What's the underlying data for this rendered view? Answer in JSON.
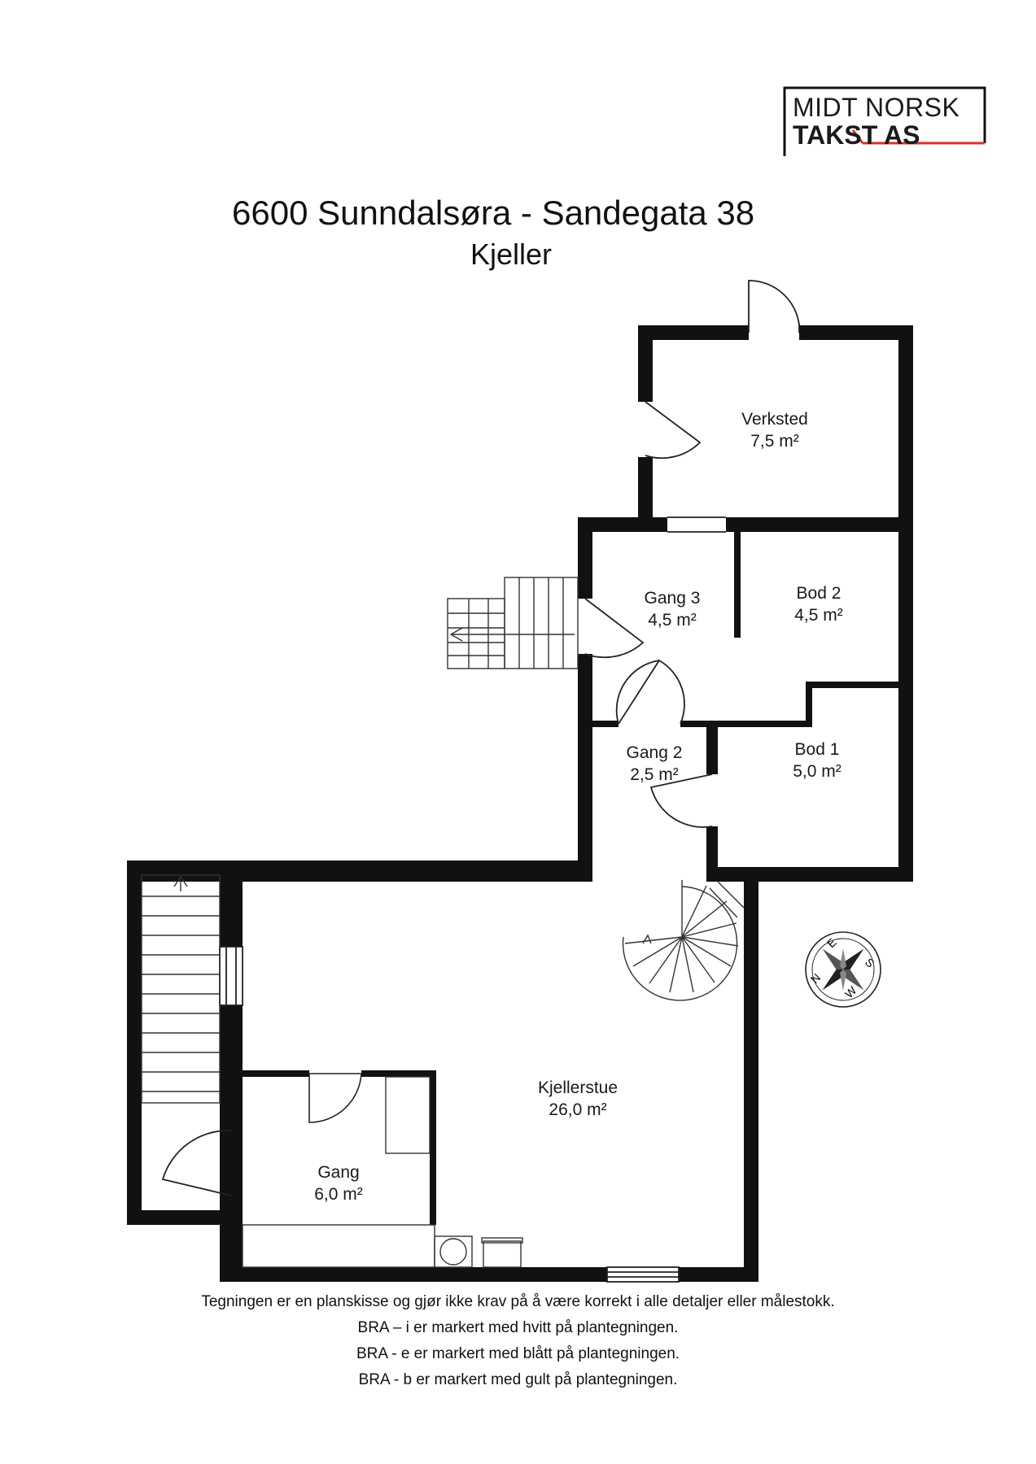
{
  "logo": {
    "line1": "MIDT NORSK",
    "line2": "TAKST AS",
    "accent_color": "#d7322a"
  },
  "header": {
    "title": "6600 Sunndalsøra - Sandegata 38",
    "subtitle": "Kjeller"
  },
  "rooms": {
    "verksted": {
      "name": "Verksted",
      "area": "7,5 m²"
    },
    "gang3": {
      "name": "Gang 3",
      "area": "4,5 m²"
    },
    "bod2": {
      "name": "Bod 2",
      "area": "4,5 m²"
    },
    "gang2": {
      "name": "Gang 2",
      "area": "2,5 m²"
    },
    "bod1": {
      "name": "Bod 1",
      "area": "5,0 m²"
    },
    "kjellerstue": {
      "name": "Kjellerstue",
      "area": "26,0 m²"
    },
    "gang": {
      "name": "Gang",
      "area": "6,0 m²"
    }
  },
  "compass": {
    "letters": [
      "N",
      "E",
      "S",
      "W"
    ],
    "icon": "compass-rose-icon"
  },
  "notes": [
    "Tegningen er en planskisse og gjør ikke krav på å være korrekt i alle detaljer eller målestokk.",
    "BRA – i er markert med hvitt på plantegningen.",
    "BRA - e er markert med blått på plantegningen.",
    "BRA - b er markert med gult på plantegningen."
  ],
  "colors": {
    "wall": "#111111",
    "line": "#222222"
  }
}
